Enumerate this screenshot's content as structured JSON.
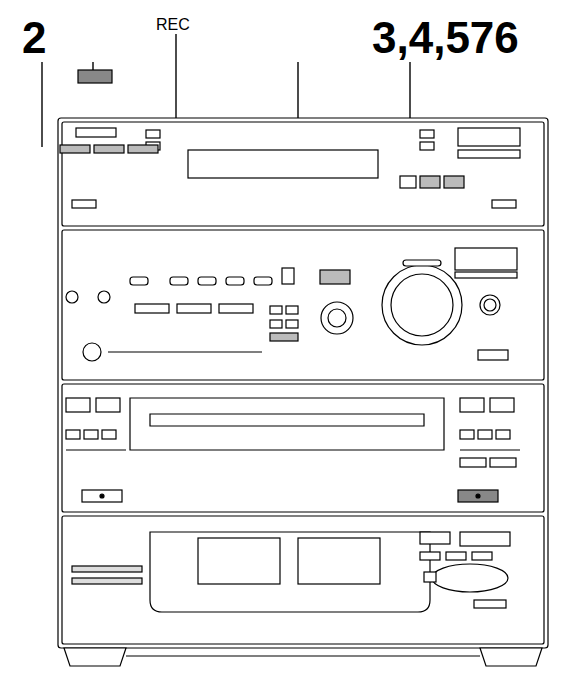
{
  "diagram": {
    "labels": [
      "2",
      "REC",
      "3,4,576"
    ]
  }
}
